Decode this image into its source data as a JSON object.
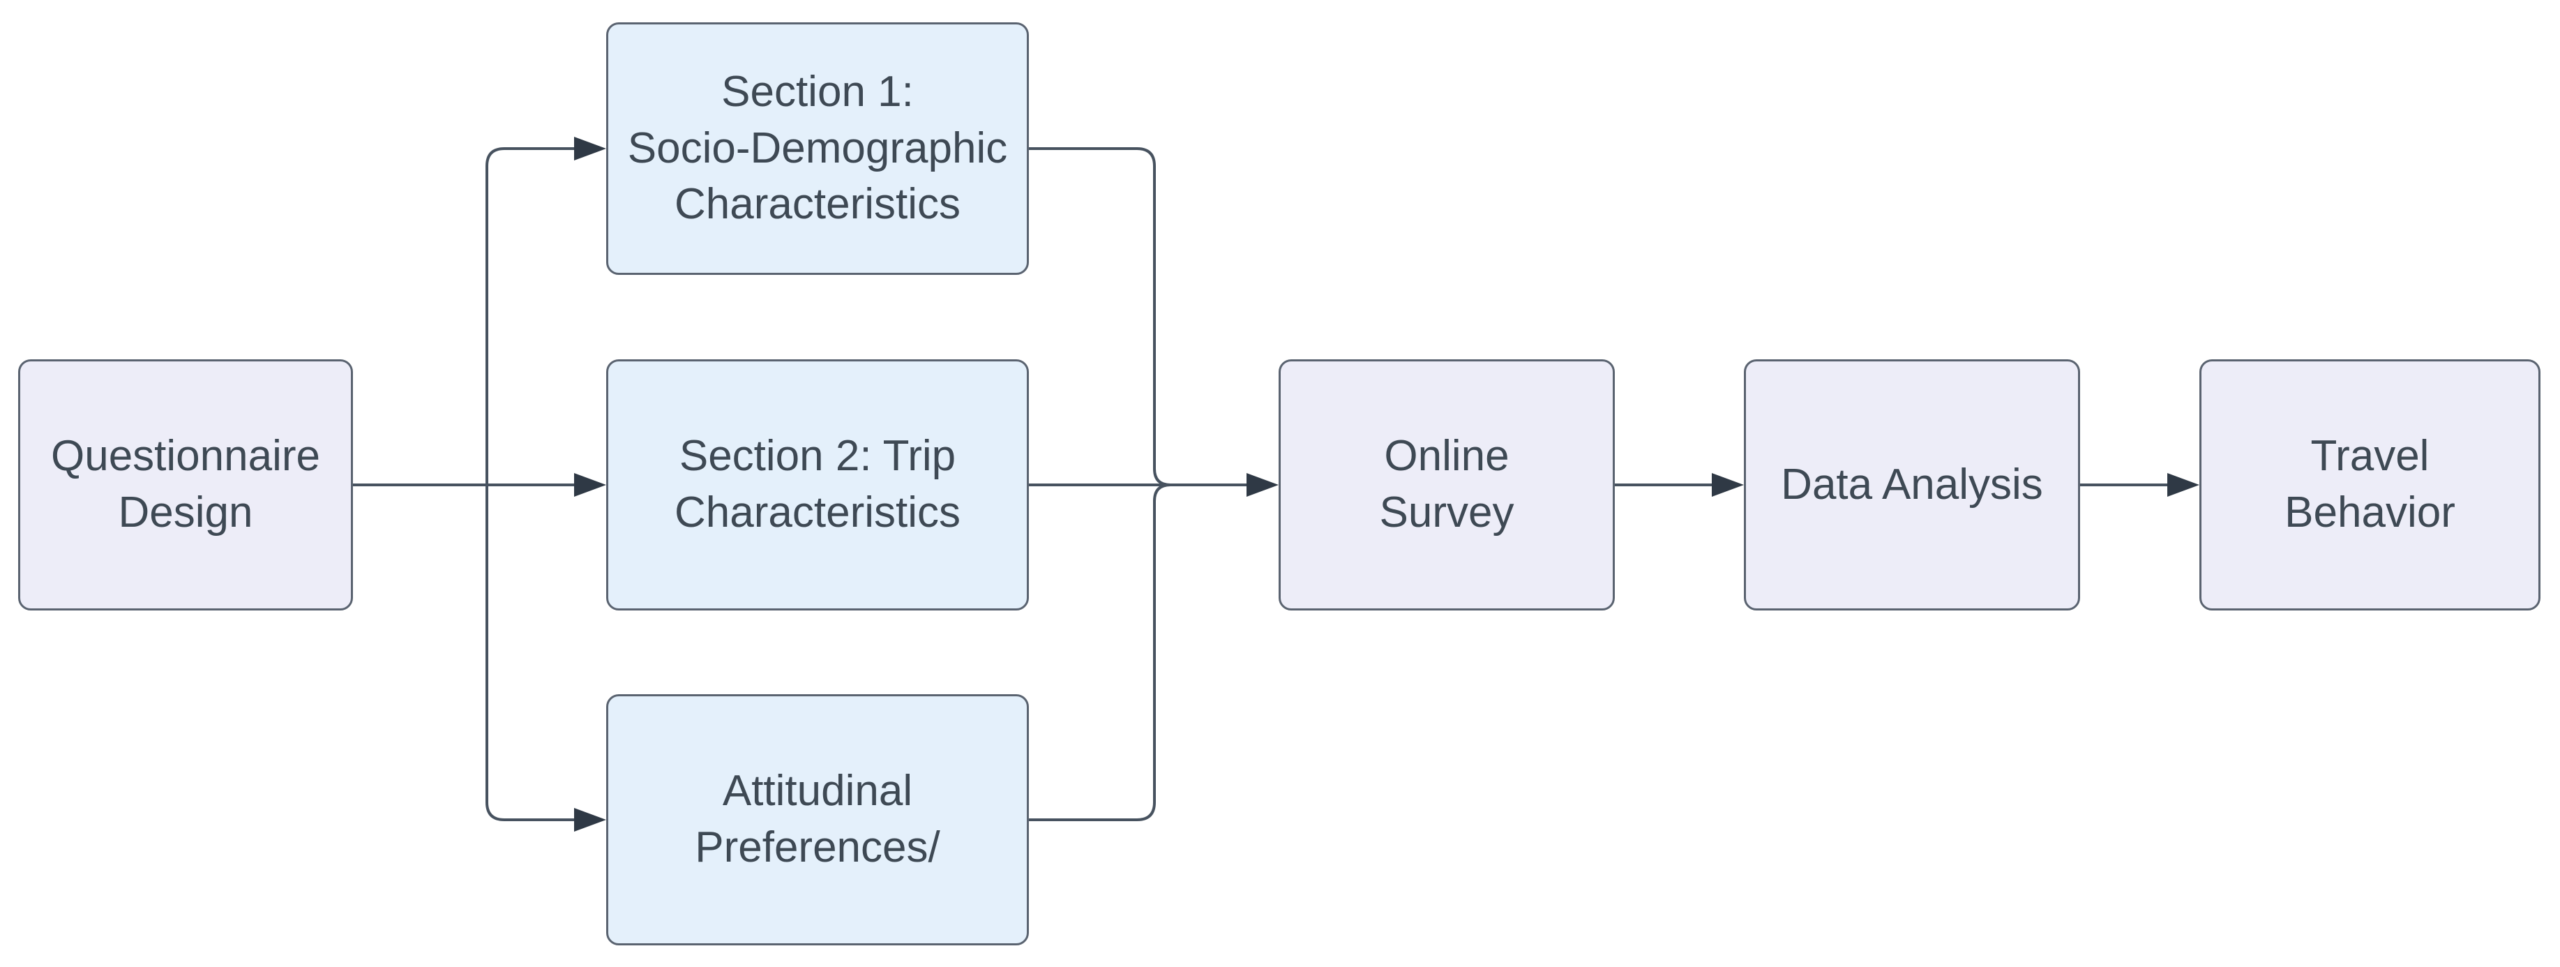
{
  "diagram": {
    "background": "#ffffff",
    "colors": {
      "node_fill_lavender": "#ededf8",
      "node_fill_blue": "#e4f0fb",
      "node_border": "#5a6370",
      "connector": "#47525f",
      "arrowhead": "#2f3945",
      "text": "#3e4954"
    },
    "nodes": {
      "questionnaire_design": {
        "label": "Questionnaire\nDesign",
        "fill": "lavender"
      },
      "section1": {
        "label": "Section 1:\nSocio-Demographic\nCharacteristics",
        "fill": "blue"
      },
      "section2": {
        "label": "Section 2: Trip\nCharacteristics",
        "fill": "blue"
      },
      "attitudinal": {
        "label": "Attitudinal\nPreferences/",
        "fill": "blue"
      },
      "online_survey": {
        "label": "Online\nSurvey",
        "fill": "lavender"
      },
      "data_analysis": {
        "label": "Data Analysis",
        "fill": "lavender"
      },
      "travel_behavior": {
        "label": "Travel\nBehavior",
        "fill": "lavender"
      }
    },
    "edges": [
      {
        "from": "questionnaire_design",
        "to": "section1"
      },
      {
        "from": "questionnaire_design",
        "to": "section2"
      },
      {
        "from": "questionnaire_design",
        "to": "attitudinal"
      },
      {
        "from": "section1",
        "to": "online_survey"
      },
      {
        "from": "section2",
        "to": "online_survey"
      },
      {
        "from": "attitudinal",
        "to": "online_survey"
      },
      {
        "from": "online_survey",
        "to": "data_analysis"
      },
      {
        "from": "data_analysis",
        "to": "travel_behavior"
      }
    ]
  }
}
